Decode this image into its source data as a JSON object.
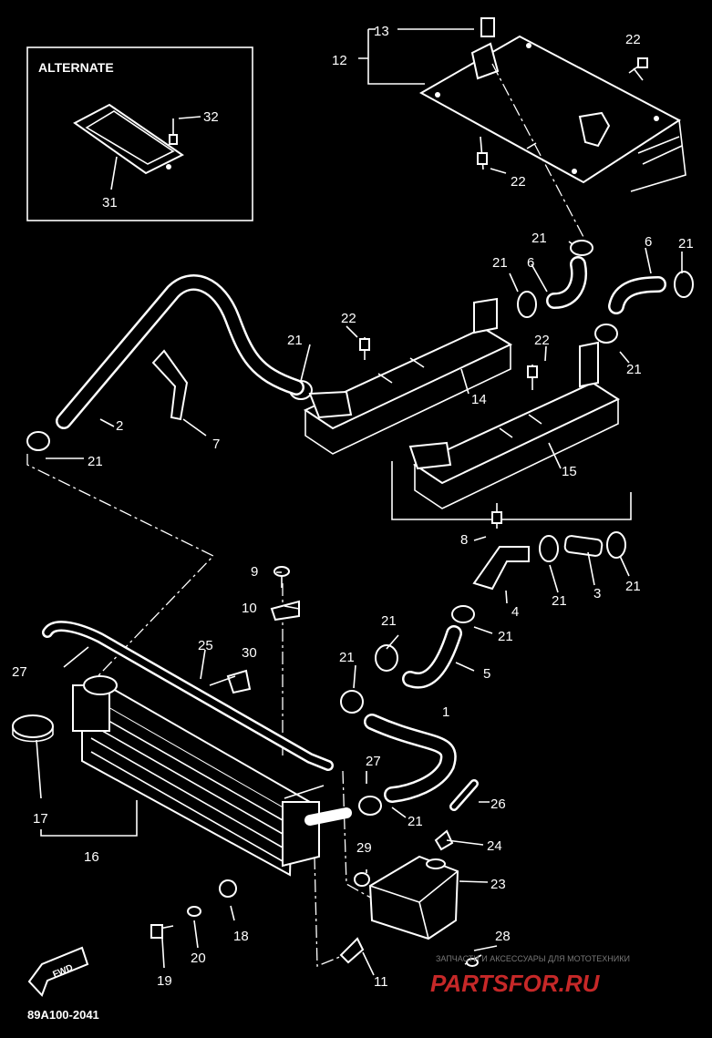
{
  "inset": {
    "title": "ALTERNATE",
    "labels": [
      "32",
      "31"
    ]
  },
  "labels": {
    "l13": "13",
    "l12": "12",
    "l22a": "22",
    "l22b": "22",
    "l21a": "21",
    "l6a": "6",
    "l21b": "21",
    "l21c": "21",
    "l6b": "6",
    "l21d": "21",
    "l22c": "22",
    "l21e": "21",
    "l22d": "22",
    "l14": "14",
    "l2": "2",
    "l7": "7",
    "l21f": "21",
    "l15": "15",
    "l8": "8",
    "l9": "9",
    "l10": "10",
    "l4": "4",
    "l21g": "21",
    "l3": "3",
    "l21h": "21",
    "l21i": "21",
    "l21j": "21",
    "l25": "25",
    "l30": "30",
    "l27a": "27",
    "l5": "5",
    "l21k": "21",
    "l1": "1",
    "l27b": "27",
    "l17": "17",
    "l16": "16",
    "l26": "26",
    "l21l": "21",
    "l24": "24",
    "l29": "29",
    "l23": "23",
    "l18": "18",
    "l20": "20",
    "l19": "19",
    "l28": "28",
    "l11": "11"
  },
  "fwd_label": "FWD",
  "diagram_code": "89A100-2041",
  "watermark": {
    "caption": "ЗАПЧАСТИ И АКСЕССУАРЫ ДЛЯ МОТОТЕХНИКИ",
    "brand": "PARTSFOR.RU"
  }
}
